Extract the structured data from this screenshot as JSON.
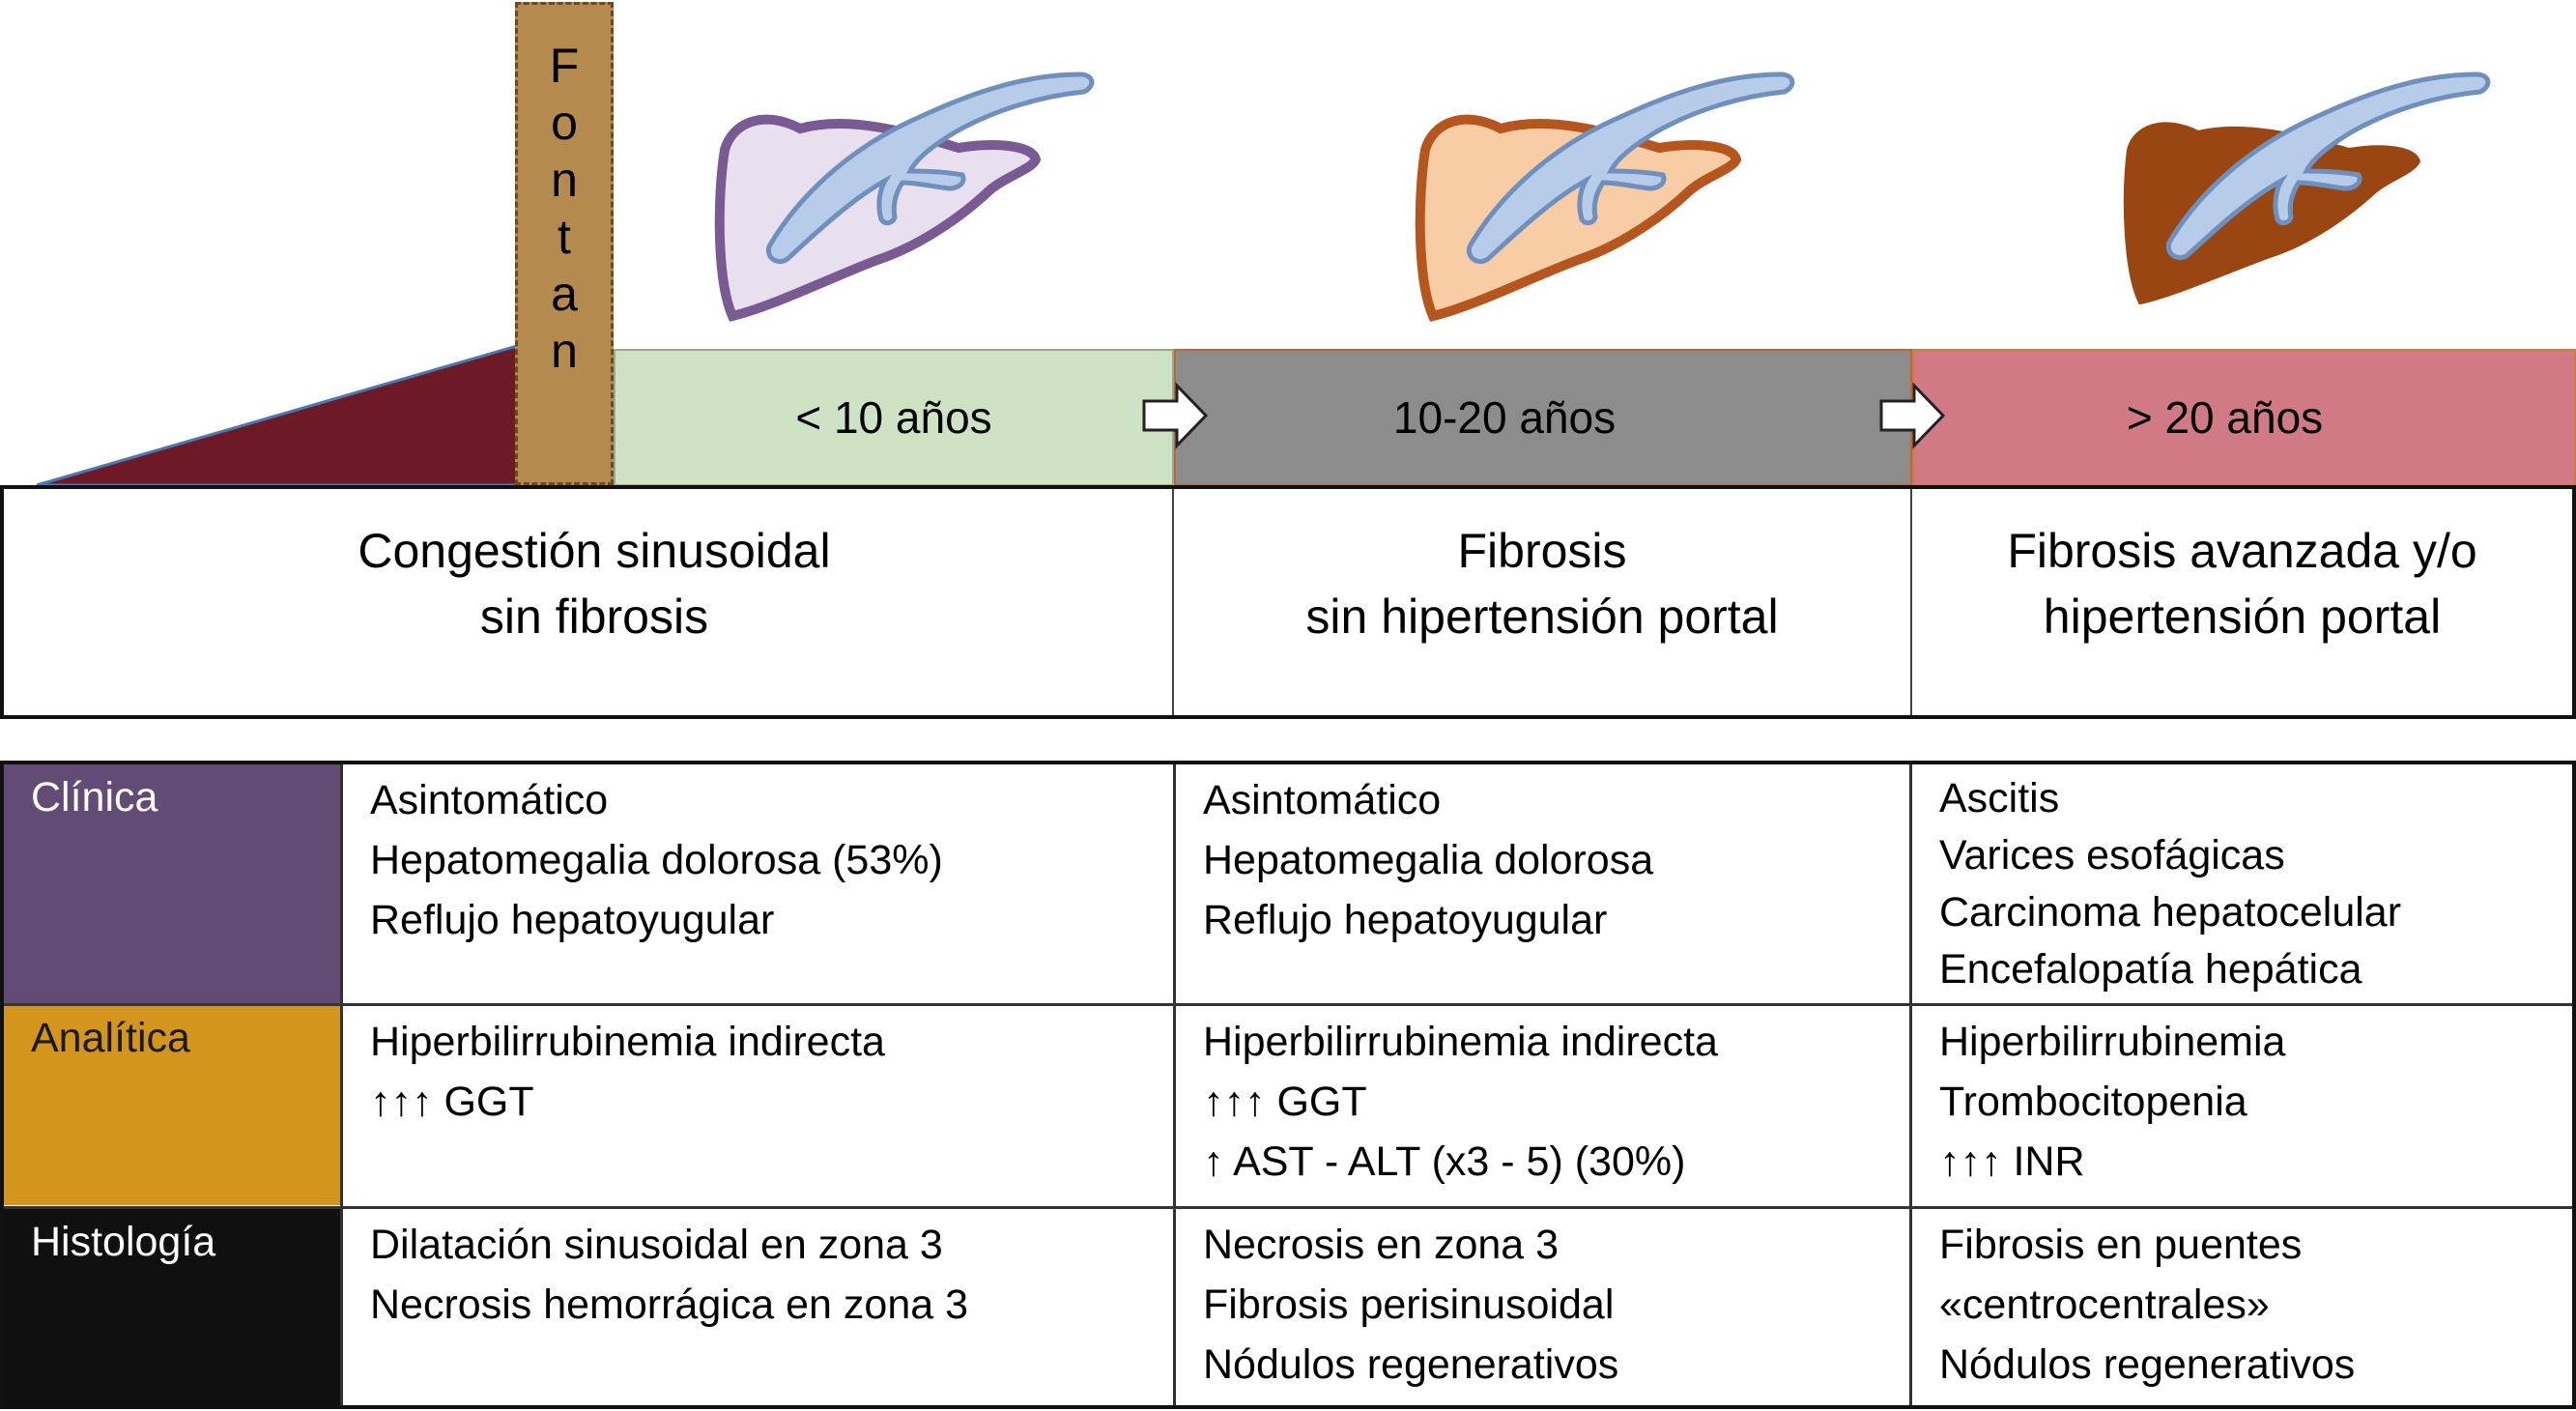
{
  "fontan": {
    "letters": [
      "F",
      "o",
      "n",
      "t",
      "a",
      "n"
    ]
  },
  "stages": [
    {
      "label": "< 10 años",
      "description": [
        "Congestión sinusoidal",
        "sin fibrosis"
      ]
    },
    {
      "label": "10-20 años",
      "description": [
        "Fibrosis",
        "sin hipertensión portal"
      ]
    },
    {
      "label": "> 20 años",
      "description": [
        "Fibrosis avanzada y/o",
        "hipertensión portal"
      ]
    }
  ],
  "colors": {
    "wedge": "#6e1a26",
    "fontan": "#b58a4e",
    "stage1": "#cde3c3",
    "stage2": "#8c8c8c",
    "stage3": "#d07a85",
    "clinica": "#624b74",
    "analitica": "#d4951c",
    "histologia": "#101010",
    "liver1": "#e8e0ef",
    "liver1_border": "#7a5a92",
    "liver2": "#f8cda5",
    "liver2_border": "#b4561e",
    "liver3": "#9a4612",
    "vessel": "#b6cce8"
  },
  "table": {
    "rows": [
      {
        "label": "Clínica",
        "cells": [
          [
            "Asintomático",
            "Hepatomegalia dolorosa (53%)",
            "Reflujo hepatoyugular"
          ],
          [
            "Asintomático",
            "Hepatomegalia dolorosa",
            "Reflujo hepatoyugular"
          ],
          [
            "Ascitis",
            "Varices esofágicas",
            "Carcinoma hepatocelular",
            "Encefalopatía hepática"
          ]
        ]
      },
      {
        "label": "Analítica",
        "cells": [
          [
            "Hiperbilirrubinemia indirecta",
            "↑↑↑ GGT"
          ],
          [
            "Hiperbilirrubinemia indirecta",
            "↑↑↑ GGT",
            "↑ AST - ALT (x3 - 5) (30%)"
          ],
          [
            "Hiperbilirrubinemia",
            "Trombocitopenia",
            "↑↑↑ INR"
          ]
        ]
      },
      {
        "label": "Histología",
        "cells": [
          [
            "Dilatación sinusoidal en zona 3",
            "Necrosis hemorrágica en zona 3"
          ],
          [
            "Necrosis en zona 3",
            "Fibrosis perisinusoidal",
            "Nódulos regenerativos"
          ],
          [
            "Fibrosis en puentes",
            "«centrocentrales»",
            "Nódulos regenerativos"
          ]
        ]
      }
    ]
  }
}
